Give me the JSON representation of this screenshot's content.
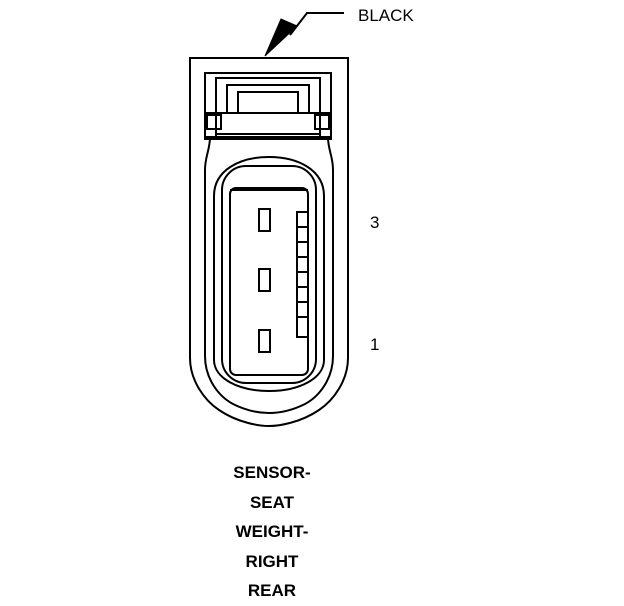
{
  "connector": {
    "color_callout": "BLACK",
    "pin_labels": {
      "top": "3",
      "bottom": "1"
    },
    "caption_lines": [
      "SENSOR-",
      "SEAT",
      "WEIGHT-",
      "RIGHT",
      "REAR"
    ]
  },
  "colors": {
    "line": "#000000",
    "background": "#ffffff"
  }
}
